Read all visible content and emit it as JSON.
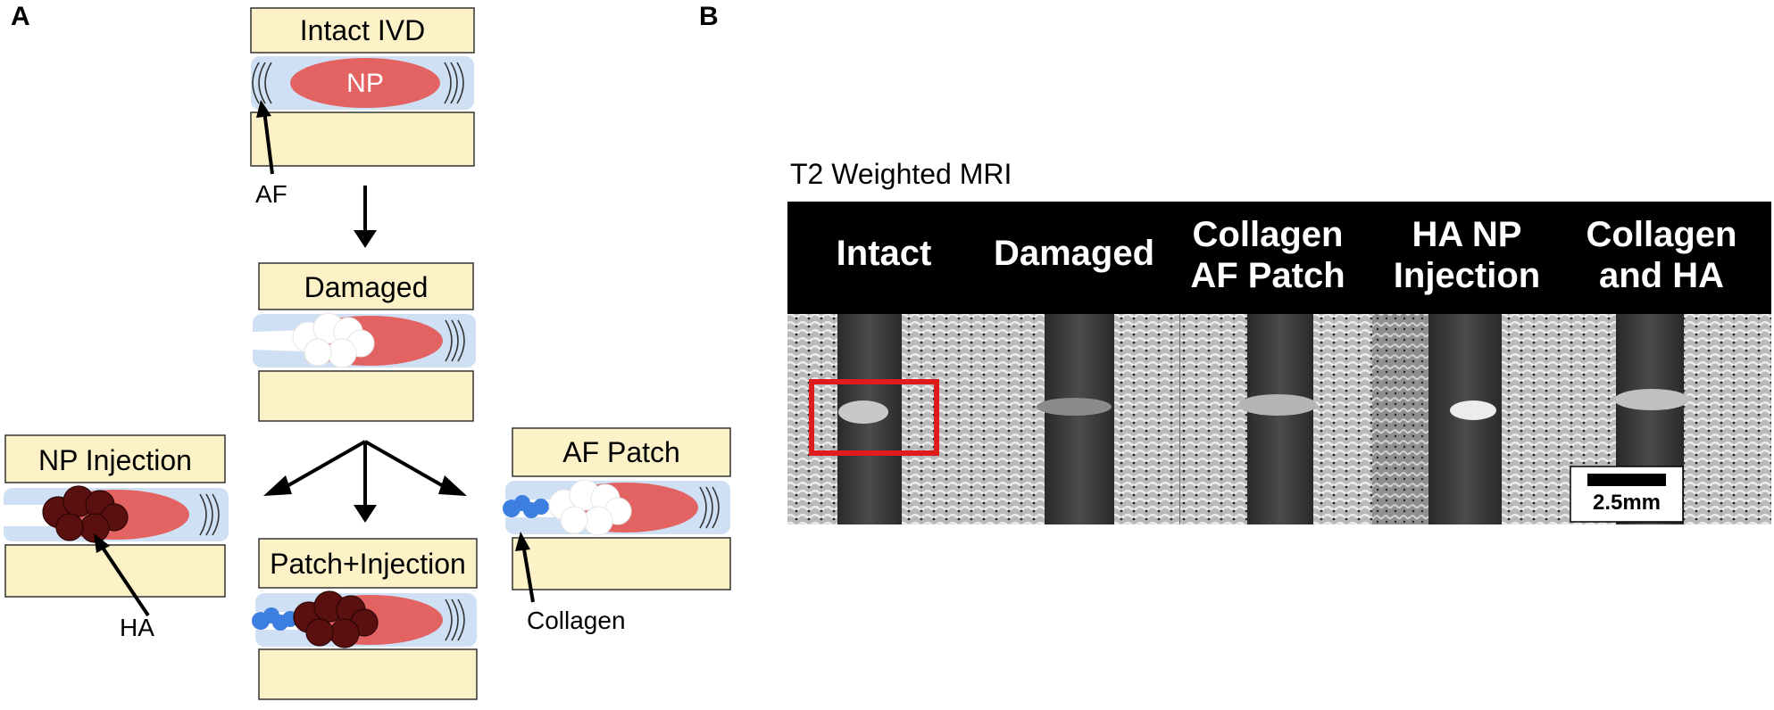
{
  "panel_a": {
    "letter": "A",
    "intact_title": "Intact IVD",
    "np_label": "NP",
    "af_label": "AF",
    "damaged_title": "Damaged",
    "np_injection_title": "NP Injection",
    "ha_label": "HA",
    "patch_injection_title": "Patch+Injection",
    "af_patch_title": "AF Patch",
    "collagen_label": "Collagen"
  },
  "panel_b": {
    "letter": "B",
    "title": "T2 Weighted MRI",
    "columns": [
      {
        "line1": "Intact",
        "line2": ""
      },
      {
        "line1": "Damaged",
        "line2": ""
      },
      {
        "line1": "Collagen",
        "line2": "AF Patch"
      },
      {
        "line1": "HA NP",
        "line2": "Injection"
      },
      {
        "line1": "Collagen",
        "line2": "and HA"
      }
    ],
    "scale_bar": "2.5mm"
  },
  "colors": {
    "vertebra": "#fdf1c7",
    "disc": "#cfe0f4",
    "nucleus": "#e36363",
    "hydrogel": "#5b1010",
    "collagen": "#3d7fe0",
    "highlight": "#e01b1b"
  }
}
